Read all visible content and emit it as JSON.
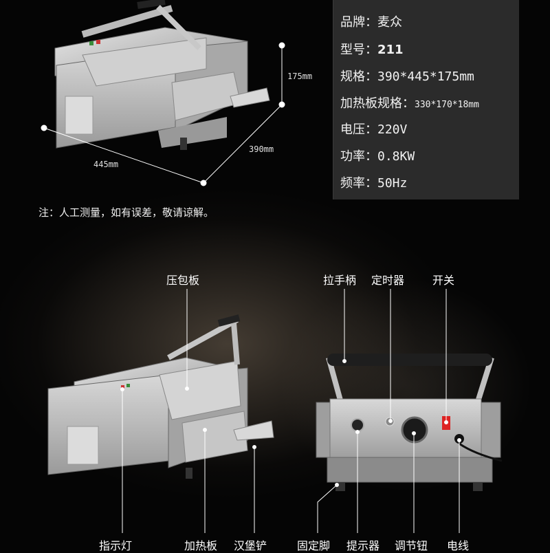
{
  "specs": {
    "brand": {
      "label": "品牌：",
      "value": "麦众"
    },
    "model": {
      "label": "型号：",
      "value": "211"
    },
    "size": {
      "label": "规格：",
      "value": "390*445*175mm"
    },
    "plate": {
      "label": "加热板规格：",
      "value": "330*170*18mm"
    },
    "voltage": {
      "label": "电压：",
      "value": "220V"
    },
    "power": {
      "label": "功率：",
      "value": "0.8KW"
    },
    "frequency": {
      "label": "频率：",
      "value": "50Hz"
    }
  },
  "dimensions": {
    "height": "175mm",
    "depth": "390mm",
    "width": "445mm"
  },
  "note": "注：人工测量，如有误差，敬请谅解。",
  "labels": {
    "press_plate": "压包板",
    "handle": "拉手柄",
    "timer": "定时器",
    "switch": "开关",
    "indicator_light": "指示灯",
    "heating_plate": "加热板",
    "burger_shovel": "汉堡铲",
    "fixed_foot": "固定脚",
    "prompter": "提示器",
    "adjust_knob": "调节钮",
    "power_cord": "电线"
  },
  "colors": {
    "background": "#050505",
    "spec_box": "#2b2b2b",
    "steel": "#bdbdbd"
  }
}
